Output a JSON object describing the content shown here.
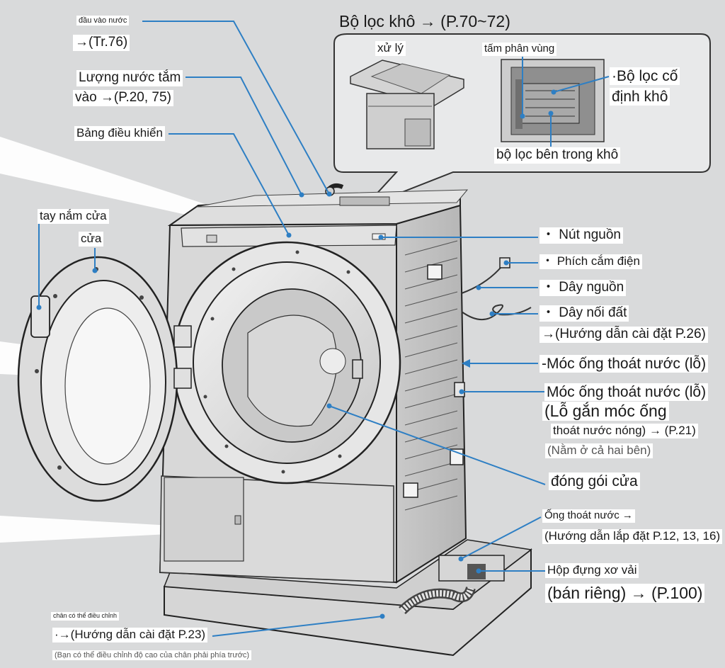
{
  "labels": {
    "water_inlet": "đầu vào nước",
    "water_inlet_ref": "→(Tr.76)",
    "bath_water_1": "Lượng nước tắm",
    "bath_water_2": "vào →(P.20, 75)",
    "control_panel": "Bảng điều khiển",
    "door_handle": "tay nắm cửa",
    "door": "cửa",
    "dry_filter": "Bộ lọc khô → (P.70~72)",
    "handle": "xử lý",
    "partition": "tấm phân vùng",
    "fixed_filter_1": "·Bộ lọc cố",
    "fixed_filter_2": "định khô",
    "inner_filter": "bộ lọc bên trong khô",
    "power_button": "・ Nút nguồn",
    "power_plug": "・ Phích cắm điện",
    "power_cord": "・ Dây nguồn",
    "ground_wire": "・ Dây nối đất",
    "ground_ref": "→(Hướng dẫn cài đặt P.26)",
    "hook_1": "-Móc ống thoát nước (lỗ)",
    "hook_2": "Móc ống thoát nước (lỗ)",
    "hook_hot_1": "(Lỗ gắn móc ống",
    "hook_hot_2": "thoát nước nóng) → (P.21)",
    "both_sides": "(Nằm ở cả hai bên)",
    "door_seal": "đóng gói cửa",
    "drain_hose": "Ống thoát nước →",
    "drain_hose_ref": "(Hướng dẫn lắp đặt P.12, 13, 16)",
    "lint_box": "Hộp đựng xơ vải",
    "lint_box_ref": "(bán riêng) → (P.100)",
    "adj_leg": "chân có thể điều chỉnh",
    "adj_leg_ref": "·→(Hướng dẫn cài đặt P.23)",
    "adj_leg_note": "(Bạn có thể điều chỉnh độ cao của chân phải phía trước)"
  },
  "colors": {
    "background": "#d9dadb",
    "leader_line": "#2e7fc4",
    "machine_fill": "#dcdcdc",
    "machine_stroke": "#2a2a2a",
    "callout_box": "#e8e9ea"
  }
}
